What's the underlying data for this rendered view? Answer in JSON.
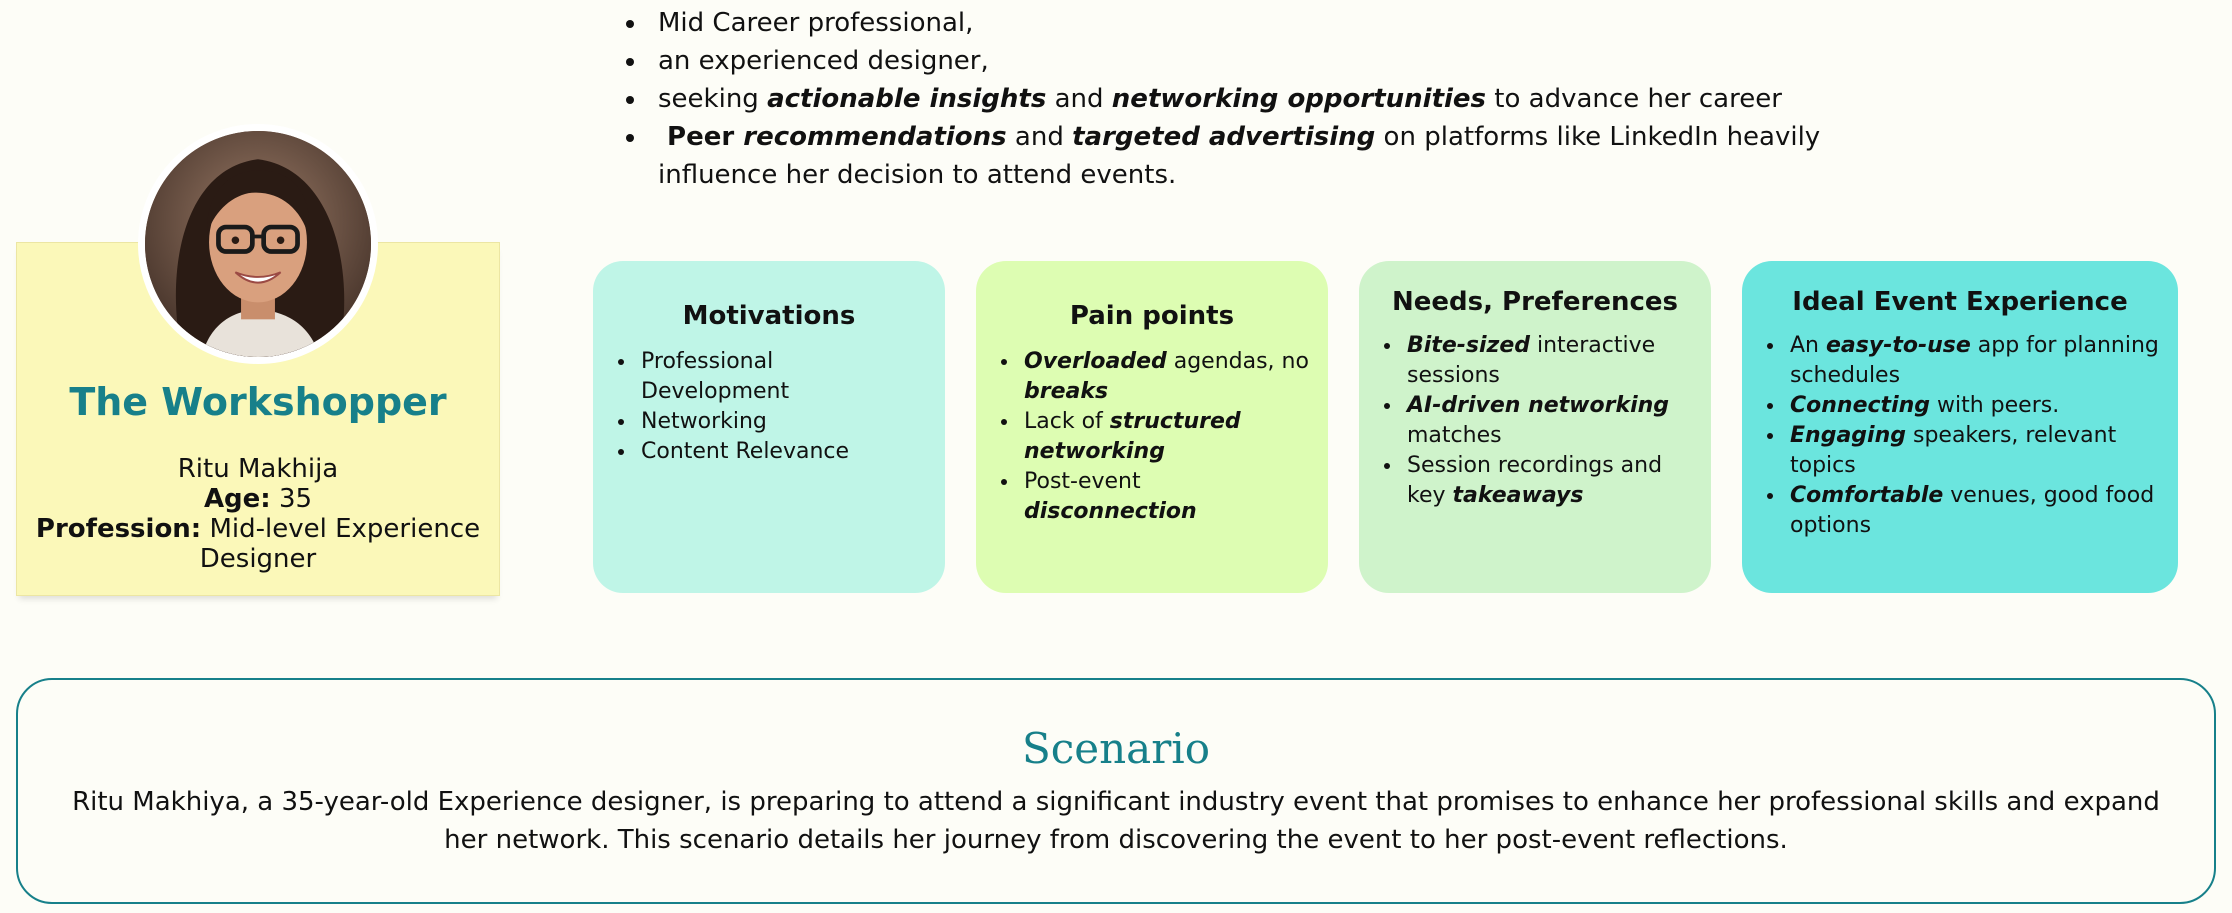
{
  "summary": {
    "line1": "Mid Career professional,",
    "line2": "an experienced designer,",
    "line3": {
      "pre": "seeking ",
      "em1": "actionable insights",
      "mid": " and ",
      "em2": "networking opportunities",
      "post": " to advance her career"
    },
    "line4": {
      "em0": " Peer ",
      "em1": "recommendations",
      "mid": " and ",
      "em2": "targeted advertising",
      "post": " on platforms like LinkedIn heavily influence her decision to attend events."
    }
  },
  "persona": {
    "title": "The Workshopper",
    "name": "Ritu Makhija",
    "age_label": "Age:",
    "age": " 35",
    "profession_label": "Profession:",
    "profession": " Mid-level Experience Designer"
  },
  "motivations": {
    "title": "Motivations",
    "items": [
      "Professional Development",
      "Networking",
      "Content Relevance"
    ]
  },
  "pain_points": {
    "title": "Pain points",
    "i1_em": "Overloaded",
    "i1_mid": " agendas, no ",
    "i1_em2": "breaks",
    "i2_pre": "Lack of ",
    "i2_em": "structured networking",
    "i3_pre": "Post-event ",
    "i3_em": "disconnection"
  },
  "needs": {
    "title": "Needs, Preferences",
    "i1_em": "Bite-sized",
    "i1_post": " interactive sessions",
    "i2_em": "AI-driven networking",
    "i2_post": " matches",
    "i3_pre": "Session recordings and key ",
    "i3_em": "takeaways"
  },
  "ideal": {
    "title": "Ideal Event Experience",
    "i1_pre": "An ",
    "i1_em": "easy-to-use",
    "i1_post": " app for planning schedules",
    "i2_em": "Connecting",
    "i2_post": " with peers.",
    "i3_em": "Engaging",
    "i3_post": " speakers, relevant topics",
    "i4_em": "Comfortable",
    "i4_post": " venues, good food options"
  },
  "scenario": {
    "title": "Scenario",
    "text": "Ritu Makhiya, a 35-year-old Experience designer, is preparing to attend a significant industry event that promises to enhance her professional skills and expand her network. This scenario details her journey from discovering the event to her post-event reflections."
  },
  "colors": {
    "teal": "#17808a",
    "persona_bg": "#fbf8b9",
    "motivations_bg": "#bff5e7",
    "pain_bg": "#ddfdb2",
    "needs_bg": "#cff3cb",
    "ideal_bg": "#6be5de"
  },
  "icons": {
    "avatar": "persona-photo"
  }
}
